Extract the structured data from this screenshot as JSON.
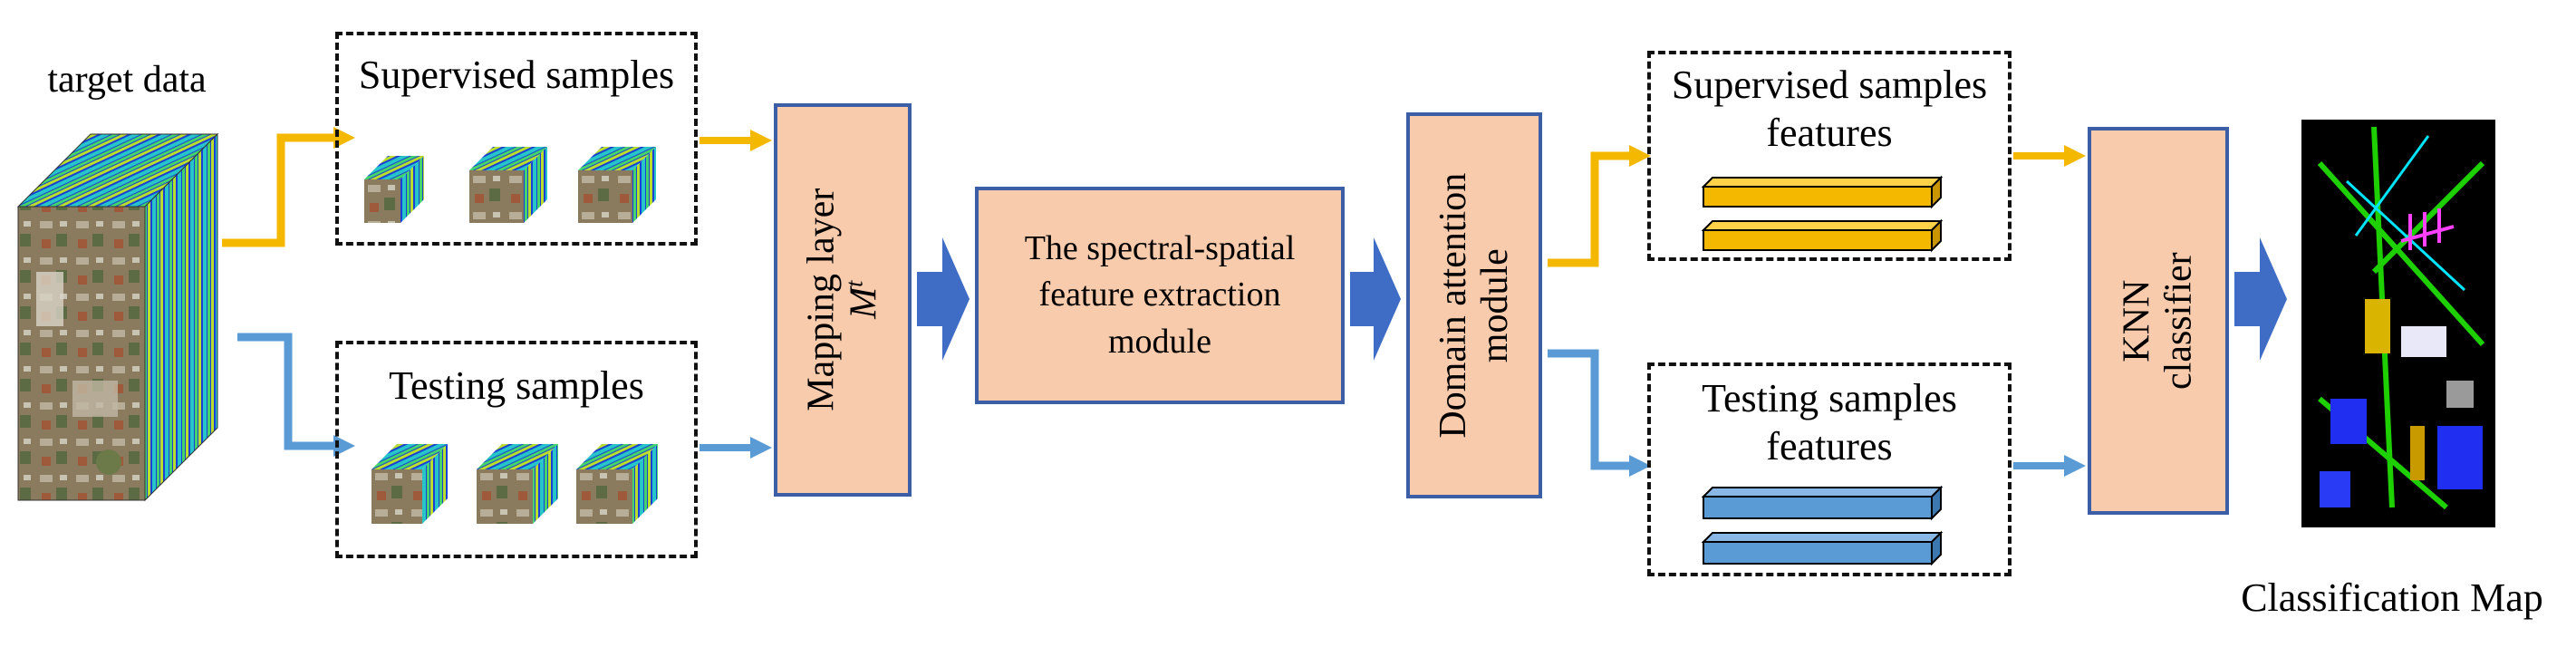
{
  "input": {
    "title": "target data"
  },
  "supervised": {
    "title": "Supervised samples"
  },
  "testing": {
    "title": "Testing samples"
  },
  "mapping": {
    "title": "Mapping layer",
    "symbol": "M",
    "superscript": "t"
  },
  "extract": {
    "line1": "The spectral-spatial",
    "line2": "feature extraction",
    "line3": "module"
  },
  "attention": {
    "line1": "Domain attention",
    "line2": "module"
  },
  "sup_features": {
    "line1": "Supervised samples",
    "line2": "features"
  },
  "test_features": {
    "line1": "Testing samples",
    "line2": "features"
  },
  "knn": {
    "line1": "KNN",
    "line2": "classifier"
  },
  "output": {
    "title": "Classification Map"
  },
  "colors": {
    "box_fill": "#f8cbad",
    "box_border": "#3b5ea6",
    "supervised_arrow": "#f5b800",
    "testing_arrow": "#5b9bd5",
    "flow_arrow": "#3f6cc4",
    "yellow_bar": "#f5b800",
    "blue_bar": "#5b9bd5"
  }
}
